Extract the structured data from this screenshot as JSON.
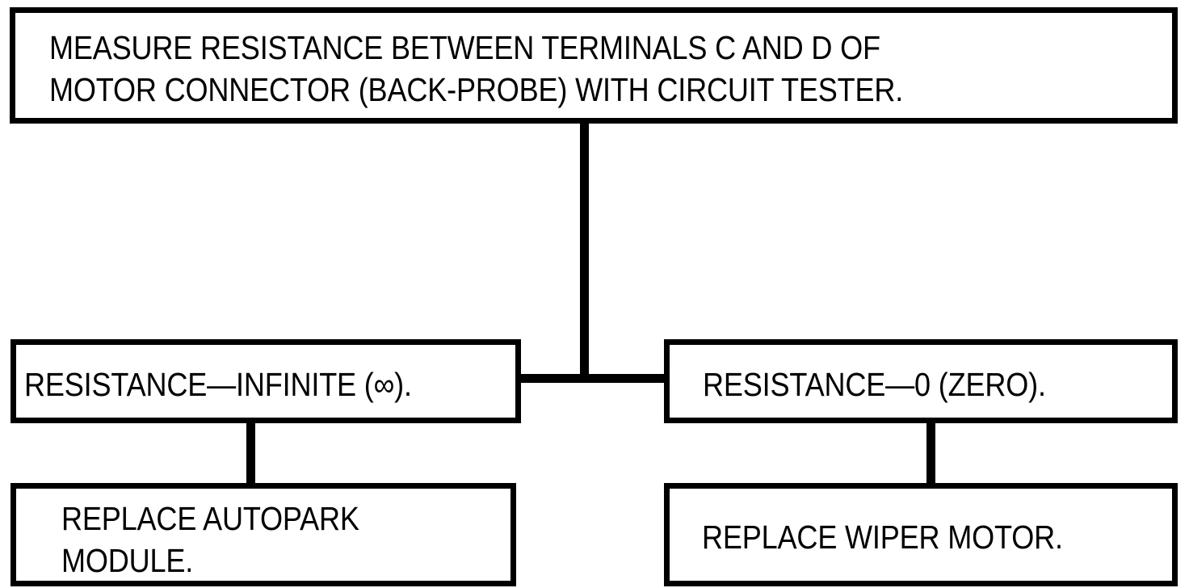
{
  "diagram": {
    "title": "Wiper motor circuit resistance diagnostic flowchart",
    "line_color": "#000000",
    "box_fill": "#ffffff",
    "text_color": "#000000",
    "nodes": [
      {
        "id": "measure",
        "role": "process",
        "text": "MEASURE RESISTANCE BETWEEN TERMINALS C AND D OF\nMOTOR CONNECTOR (BACK-PROBE) WITH CIRCUIT TESTER."
      },
      {
        "id": "resistance_infinite",
        "role": "condition",
        "text": "RESISTANCE—INFINITE (∞)."
      },
      {
        "id": "resistance_zero",
        "role": "condition",
        "text": "RESISTANCE—0 (ZERO)."
      },
      {
        "id": "replace_autopark",
        "role": "action",
        "text": "REPLACE AUTOPARK\nMODULE."
      },
      {
        "id": "replace_wiper",
        "role": "action",
        "text": "REPLACE WIPER MOTOR."
      }
    ],
    "connectors": [
      {
        "id": "measure-to-split",
        "from": "measure",
        "to": "split-junction",
        "orientation": "vertical"
      },
      {
        "id": "split-horizontal",
        "from": "resistance_infinite",
        "to": "resistance_zero",
        "orientation": "horizontal"
      },
      {
        "id": "infinite-to-autopark",
        "from": "resistance_infinite",
        "to": "replace_autopark",
        "orientation": "vertical"
      },
      {
        "id": "zero-to-wiper",
        "from": "resistance_zero",
        "to": "replace_wiper",
        "orientation": "vertical"
      }
    ]
  }
}
